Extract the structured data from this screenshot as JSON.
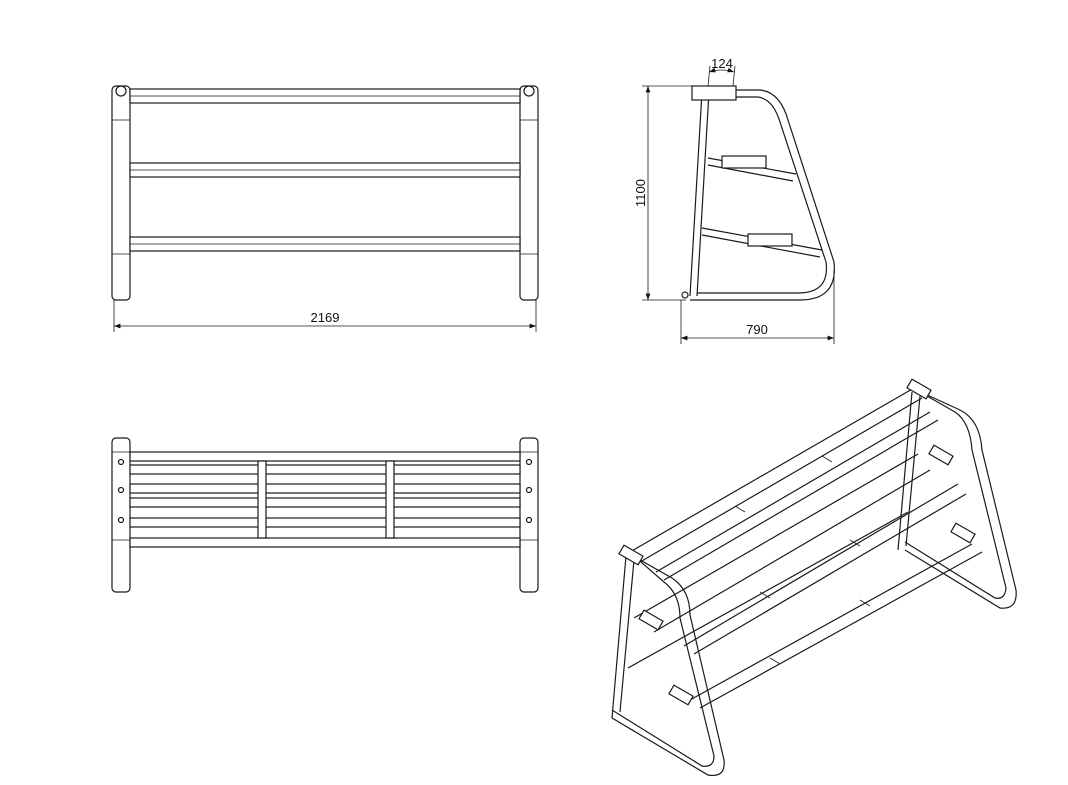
{
  "drawing": {
    "dimensions": {
      "overall_width": "2169",
      "height": "1100",
      "depth": "790",
      "top_tube_offset": "124"
    },
    "views": [
      "front-view",
      "side-view",
      "top-view",
      "isometric-view"
    ]
  }
}
